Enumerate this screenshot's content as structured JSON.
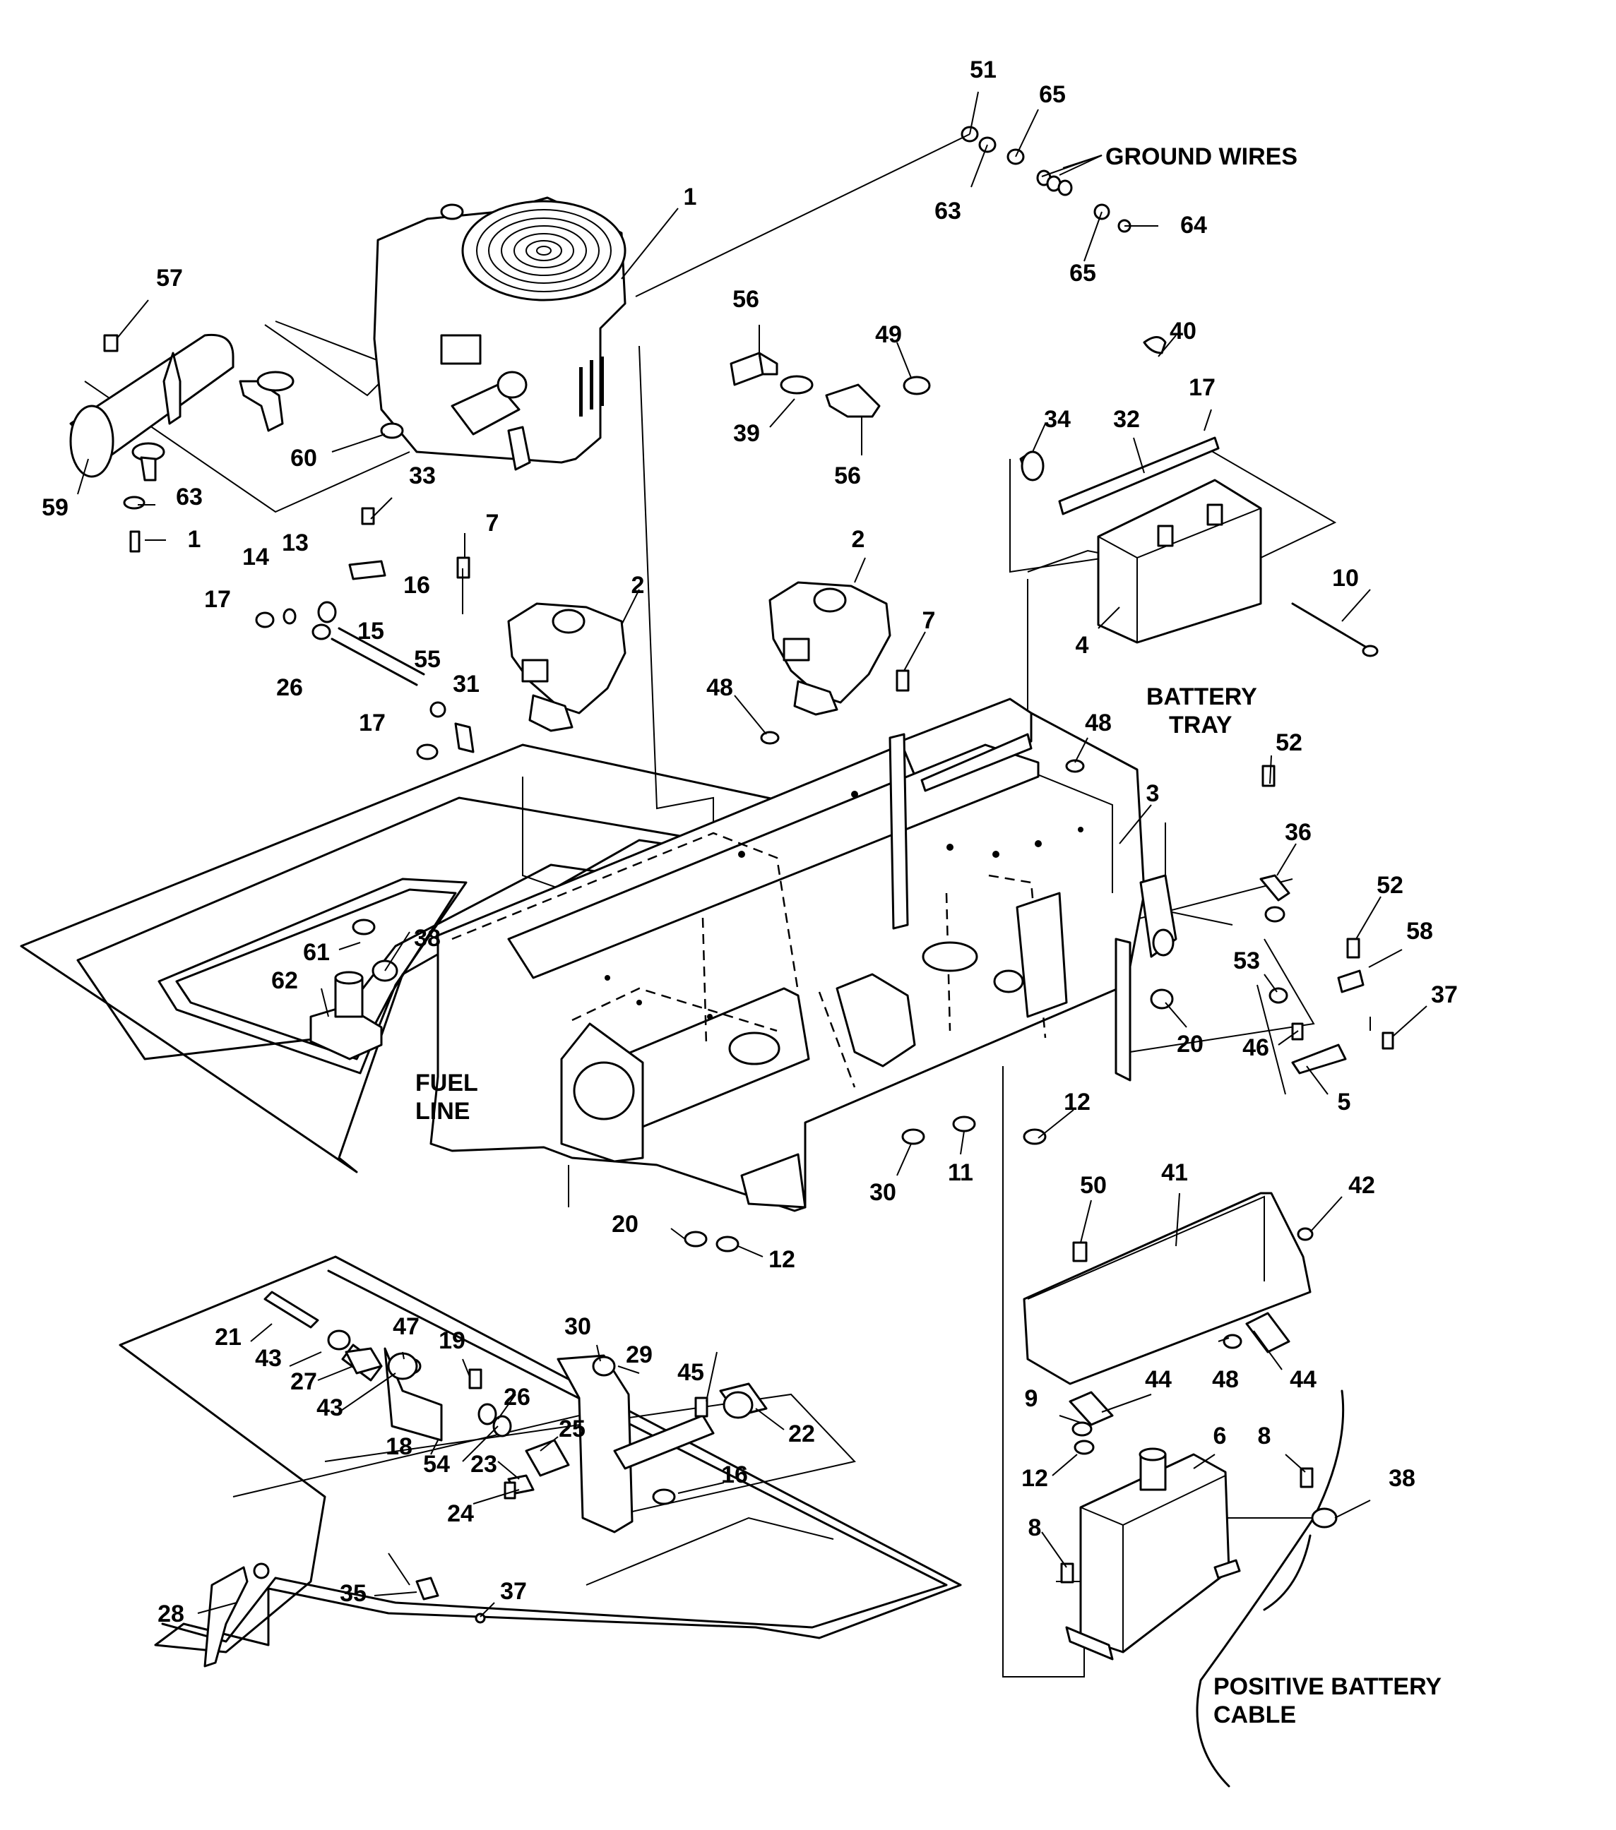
{
  "notes": {
    "ground_wires": "GROUND WIRES",
    "battery_tray_1": "BATTERY",
    "battery_tray_2": "TRAY",
    "fuel_line_1": "FUEL",
    "fuel_line_2": "LINE",
    "positive_cable_1": "POSITIVE BATTERY",
    "positive_cable_2": "CABLE"
  },
  "callouts": [
    "51",
    "65",
    "63",
    "64",
    "65",
    "1",
    "57",
    "56",
    "49",
    "40",
    "39",
    "56",
    "60",
    "34",
    "32",
    "17",
    "59",
    "63",
    "1",
    "33",
    "7",
    "2",
    "2",
    "13",
    "14",
    "16",
    "17",
    "26",
    "15",
    "55",
    "31",
    "17",
    "7",
    "10",
    "4",
    "48",
    "48",
    "52",
    "3",
    "36",
    "38",
    "61",
    "62",
    "52",
    "58",
    "53",
    "37",
    "20",
    "46",
    "5",
    "12",
    "30",
    "11",
    "20",
    "12",
    "50",
    "41",
    "42",
    "48",
    "44",
    "44",
    "9",
    "12",
    "8",
    "6",
    "38",
    "8",
    "21",
    "43",
    "47",
    "19",
    "27",
    "43",
    "30",
    "29",
    "45",
    "22",
    "26",
    "25",
    "18",
    "54",
    "23",
    "16",
    "24",
    "28",
    "35",
    "37"
  ]
}
